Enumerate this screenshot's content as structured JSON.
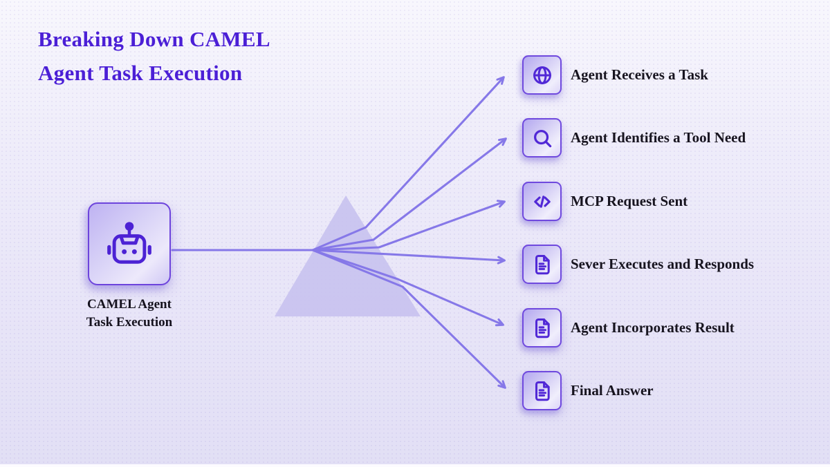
{
  "title": {
    "line1": "Breaking Down CAMEL",
    "line2": "Agent Task Execution"
  },
  "agent": {
    "icon": "robot-icon",
    "label_line1": "CAMEL Agent",
    "label_line2": "Task Execution"
  },
  "prism": {
    "shape": "triangle-prism",
    "meaning": "task split into steps"
  },
  "steps": [
    {
      "icon": "globe-icon",
      "label": "Agent Receives a Task"
    },
    {
      "icon": "search-icon",
      "label": "Agent Identifies a Tool Need"
    },
    {
      "icon": "code-icon",
      "label": "MCP Request Sent"
    },
    {
      "icon": "document-icon",
      "label": "Sever Executes and Responds"
    },
    {
      "icon": "document-icon",
      "label": "Agent Incorporates Result"
    },
    {
      "icon": "document-icon",
      "label": "Final Answer"
    }
  ],
  "colors": {
    "title_text": "#4b1fd6",
    "accent_icon": "#5128d6",
    "arrow": "#8678e8",
    "prism_fill": "#c6c0ef",
    "tile_border": "#6f49de",
    "label_text": "#17141f",
    "background_top": "#f8f7fd",
    "background_bottom": "#e2dff5"
  }
}
